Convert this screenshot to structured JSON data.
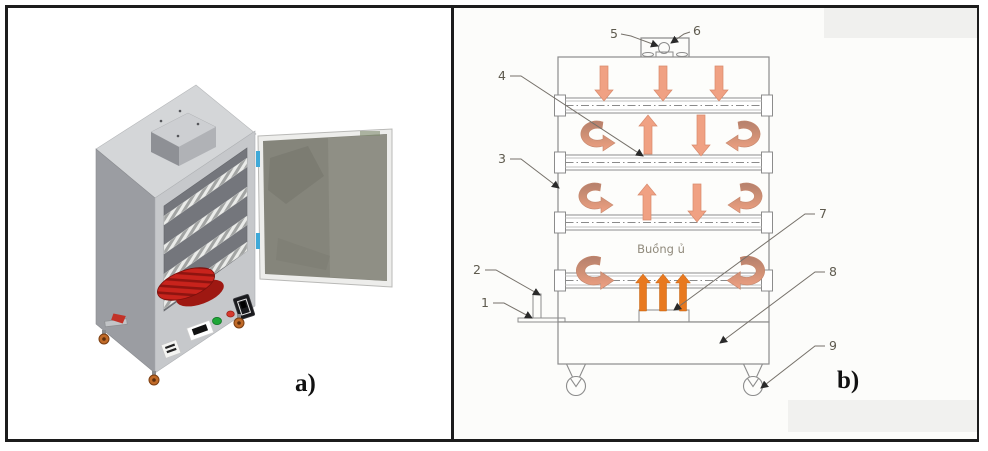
{
  "figure": {
    "panel_a": {
      "label": "a)"
    },
    "panel_b": {
      "label": "b)",
      "chamber_label": "Buồng ủ",
      "callouts": [
        "1",
        "2",
        "3",
        "4",
        "5",
        "6",
        "7",
        "8",
        "9"
      ]
    },
    "colors": {
      "border": "#1C1C1C",
      "flow_arrow_light": "#F0A183",
      "flow_arrow_dark": "#B5806C",
      "heater_arrow": "#E8791F",
      "diagram_line": "#8C8C8C",
      "callout_text": "#5E5A4E",
      "chamber_text": "#908A7C",
      "cabinet_body": "#C6C8CB",
      "cabinet_shadow": "#9B9DA2",
      "cabinet_top": "#D4D6D8",
      "door_panel": "#85857B",
      "hinge_blue": "#3FA9D8",
      "heater_coil_red": "#C8231C",
      "button_green": "#1FA637",
      "button_red": "#D63A2F",
      "caster_orange": "#C06A28"
    }
  }
}
